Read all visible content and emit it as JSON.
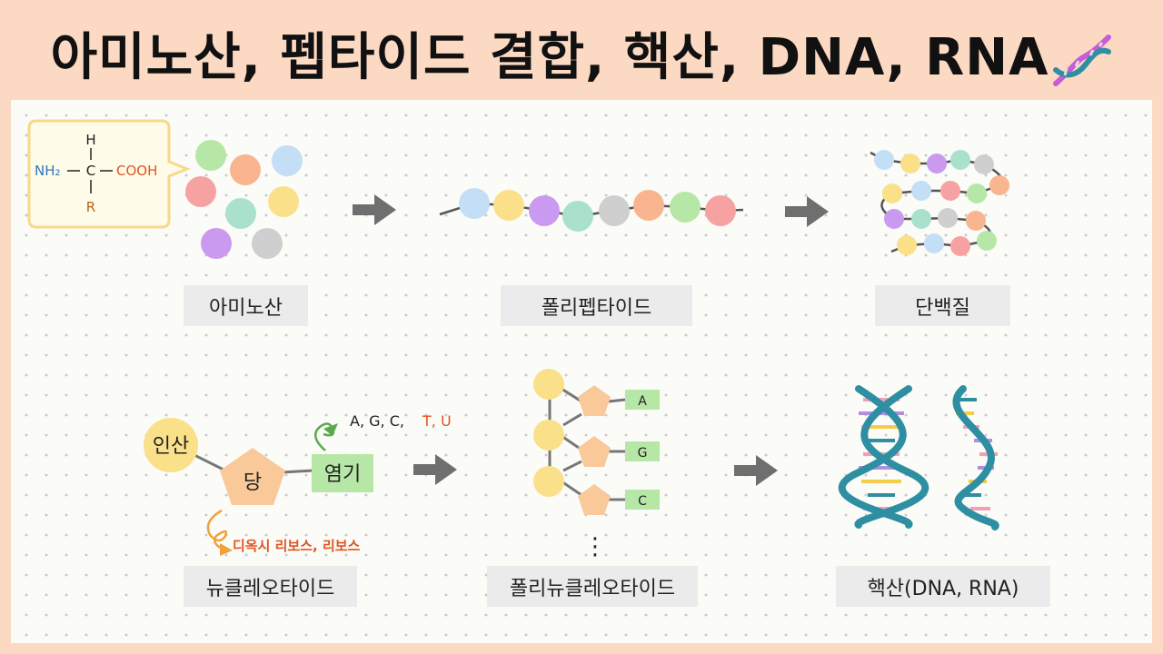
{
  "title": "아미노산, 펩타이드 결합, 핵산, DNA, RNA",
  "title_emoji_icon": "dna-emoji",
  "amino_acid_formula": {
    "h": "H",
    "c": "C",
    "r": "R",
    "amine": "NH₂",
    "carboxyl": "COOH"
  },
  "labels": {
    "amino_acid": "아미노산",
    "polypeptide": "폴리펩타이드",
    "protein": "단백질",
    "nucleotide": "뉴클레오타이드",
    "polynucleotide": "폴리뉴클레오타이드",
    "nucleic_acid": "핵산(DNA, RNA)"
  },
  "nucleotide_parts": {
    "phosphate": "인산",
    "sugar": "당",
    "base": "염기",
    "bases_list": "A, G, C,",
    "bases_extra": "T, U",
    "sugar_types": "디옥시 리보스, 리보스"
  },
  "polynucleotide_bases": [
    "A",
    "G",
    "C"
  ],
  "ellipsis": "⋮",
  "colors": {
    "background": "#fcd9c2",
    "green": "#b7e7a6",
    "orange": "#f8b58f",
    "blue": "#c4def5",
    "pink": "#f6a2a2",
    "teal": "#a9e1cd",
    "yellow": "#fbe08a",
    "purple": "#c99af0",
    "gray": "#cfcfcf",
    "arrow": "#6f6f6f",
    "accent_red": "#e2541f",
    "dna_teal": "#2e8fa3"
  }
}
